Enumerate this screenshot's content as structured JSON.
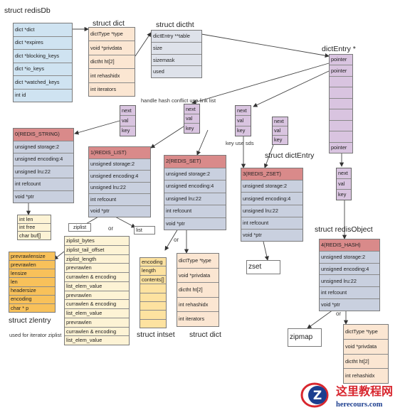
{
  "titles": {
    "redisdb": "struct redisDb",
    "dict": "struct dict",
    "dictht": "struct dictht",
    "dictentry_top": "dictEntry *",
    "conflict": "handle hash conflict use link list",
    "key_sds": "key use sds",
    "dictentry": "struct dictEntry",
    "zlentry": "struct zlentry",
    "zlentry_note": "used for iterator ziplist",
    "intset": "struct intset",
    "dict2": "struct dict",
    "redisobject": "struct redisObject",
    "or1": "or",
    "or2": "or",
    "or3": "or"
  },
  "redisdb": [
    "dict *dict",
    "dict *expires",
    "dict *blocking_keys",
    "dict *io_keys",
    "dict *watched_keys",
    "int id"
  ],
  "dict": [
    "dictType *type",
    "void *privdata",
    "dictht ht[2]",
    "int rehashidx",
    "int iterators"
  ],
  "dictht": [
    "dictEntry **table",
    "size",
    "sizemask",
    "used"
  ],
  "dictentry_array": [
    "pointer",
    "pointer",
    "",
    "",
    "",
    "",
    "",
    "",
    "pointer"
  ],
  "entry_a": [
    "next",
    "val",
    "key"
  ],
  "entry_b": [
    "next",
    "val",
    "key"
  ],
  "entry_c": [
    "next",
    "val",
    "key"
  ],
  "entry_d": [
    "next",
    "val",
    "key"
  ],
  "entry_e": [
    "next",
    "val",
    "key"
  ],
  "robj_string": [
    "0(REDIS_STRING)",
    "unsigned storage:2",
    "unsigned encoding:4",
    "unsigned lru:22",
    "int refcount",
    "void *ptr"
  ],
  "robj_list": [
    "1(REDIS_LIST)",
    "unsigned storage:2",
    "unsigned encoding:4",
    "unsigned lru:22",
    "int refcount",
    "void *ptr"
  ],
  "robj_set": [
    "2(REDIS_SET)",
    "unsigned storage:2",
    "unsigned encoding:4",
    "unsigned lru:22",
    "int refcount",
    "void *ptr"
  ],
  "robj_zset": [
    "3(REDIS_ZSET)",
    "unsigned storage:2",
    "unsigned encoding:4",
    "unsigned lru:22",
    "int refcount",
    "void *ptr"
  ],
  "robj_hash": [
    "4(REDIS_HASH)",
    "unsigned storage:2",
    "unsigned encoding:4",
    "unsigned lru:22",
    "int refcount",
    "void *ptr"
  ],
  "sdshdr": [
    "int len",
    "int free",
    "char buf[]"
  ],
  "ziplist_label": "ziplist",
  "list_label": "list",
  "ziplist": [
    "ziplist_bytes",
    "ziplist_tail_offset",
    "ziplist_length",
    "prevrawlen",
    "currawlen & encoding",
    "list_elem_value",
    "prevrawlen",
    "currawlen & encoding",
    "list_elem_value",
    "prevrawlen",
    "currawlen & encoding",
    "list_elem_value"
  ],
  "zlentry": [
    "prevrawlensize",
    "prevrawlen",
    "lensize",
    "len",
    "headersize",
    "encoding",
    "char * p"
  ],
  "intset": [
    "encoding",
    "length",
    "contents[]",
    "",
    "",
    "",
    "",
    ""
  ],
  "set_dict": [
    "dictType *type",
    "void *privdata",
    "dictht ht[2]",
    "int rehashidx",
    "int iterators"
  ],
  "zset_label": "zset",
  "zipmap_label": "zipmap",
  "hash_dict": [
    "dictType *type",
    "void *privdata",
    "dictht ht[2]",
    "int rehashidx"
  ],
  "logo": {
    "letter": "Z",
    "cn": "这里教程网",
    "url": "herecours.com",
    "colors": {
      "red": "#d8262e",
      "blue": "#1c3e8f"
    }
  }
}
